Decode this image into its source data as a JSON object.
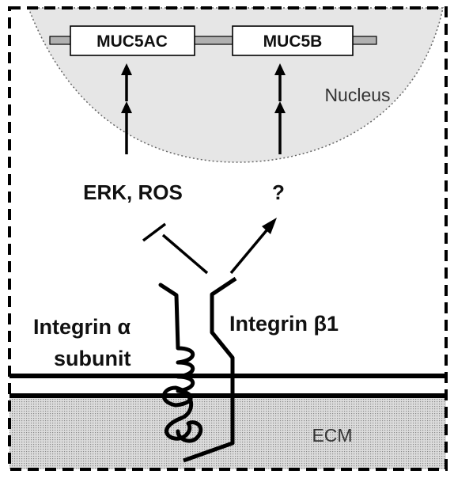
{
  "genes": {
    "left": "MUC5AC",
    "right": "MUC5B"
  },
  "compartments": {
    "nucleus": "Nucleus",
    "ecm": "ECM"
  },
  "signals": {
    "left": "ERK, ROS",
    "right": "?"
  },
  "integrins": {
    "alpha_line1": "Integrin α",
    "alpha_line2": "subunit",
    "beta": "Integrin β1"
  },
  "colors": {
    "line": "#000000",
    "nucleus_fill": "#e6e6e6",
    "ecm_fill": "#c8c8c8",
    "gene_bar": "#b0b0b0"
  }
}
